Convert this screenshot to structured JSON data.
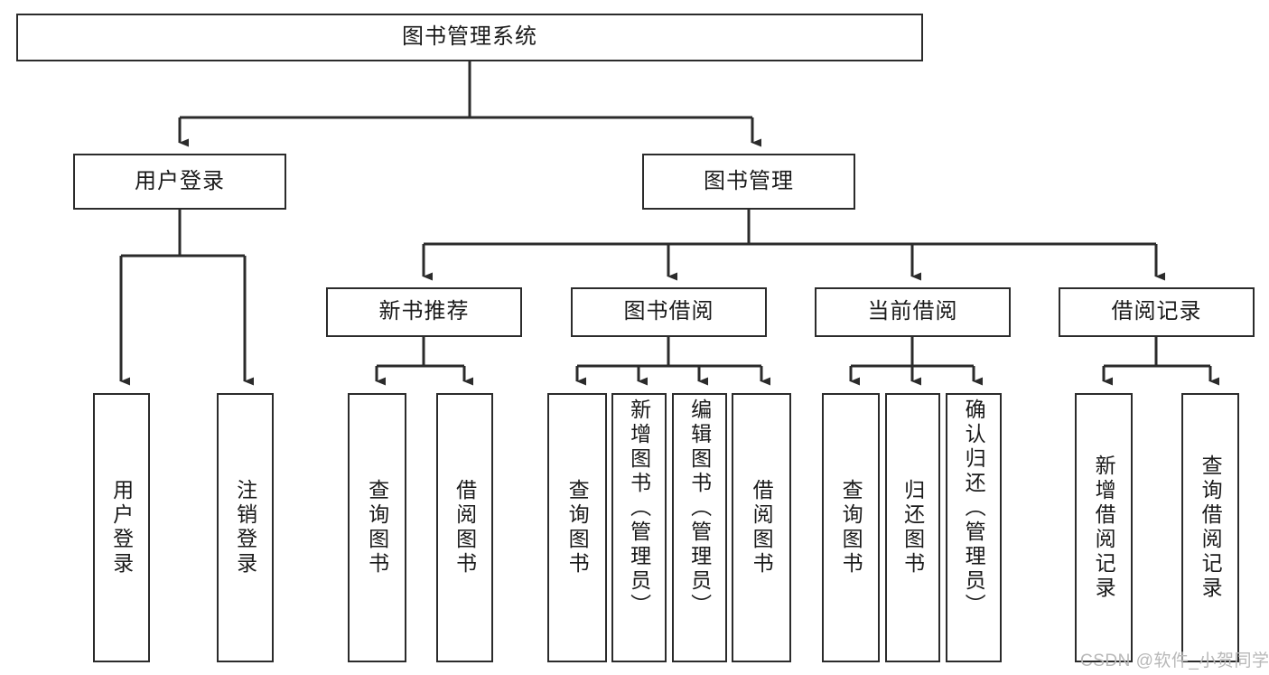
{
  "diagram": {
    "type": "tree-hierarchy",
    "title": "图书管理系统",
    "root": {
      "id": "root",
      "label": "图书管理系统"
    },
    "level2": [
      {
        "id": "user-login",
        "label": "用户登录"
      },
      {
        "id": "book-manage",
        "label": "图书管理"
      }
    ],
    "level3": [
      {
        "id": "new-book-rec",
        "label": "新书推荐",
        "parent": "book-manage"
      },
      {
        "id": "book-borrow",
        "label": "图书借阅",
        "parent": "book-manage"
      },
      {
        "id": "current-borrow",
        "label": "当前借阅",
        "parent": "book-manage"
      },
      {
        "id": "borrow-record",
        "label": "借阅记录",
        "parent": "book-manage"
      }
    ],
    "leaves": [
      {
        "id": "leaf-user-login",
        "label": "用户登录",
        "parent": "user-login"
      },
      {
        "id": "leaf-logout-login",
        "label": "注销登录",
        "parent": "user-login"
      },
      {
        "id": "leaf-query-book-rec",
        "label": "查询图书",
        "parent": "new-book-rec"
      },
      {
        "id": "leaf-borrow-book-rec",
        "label": "借阅图书",
        "parent": "new-book-rec"
      },
      {
        "id": "leaf-query-book-borrow",
        "label": "查询图书",
        "parent": "book-borrow"
      },
      {
        "id": "leaf-add-book-admin",
        "label": "新增图书（管理员）",
        "parent": "book-borrow"
      },
      {
        "id": "leaf-edit-book-admin",
        "label": "编辑图书（管理员）",
        "parent": "book-borrow"
      },
      {
        "id": "leaf-borrow-book",
        "label": "借阅图书",
        "parent": "book-borrow"
      },
      {
        "id": "leaf-query-book-current",
        "label": "查询图书",
        "parent": "current-borrow"
      },
      {
        "id": "leaf-return-book",
        "label": "归还图书",
        "parent": "current-borrow"
      },
      {
        "id": "leaf-confirm-return-admin",
        "label": "确认归还（管理员）",
        "parent": "current-borrow"
      },
      {
        "id": "leaf-add-borrow-record",
        "label": "新增借阅记录",
        "parent": "borrow-record"
      },
      {
        "id": "leaf-query-borrow-record",
        "label": "查询借阅记录",
        "parent": "borrow-record"
      }
    ]
  },
  "watermark": {
    "text": "CSDN @软件_小贺同学"
  },
  "colors": {
    "stroke": "#2b2b2b",
    "box_fill": "#ffffff",
    "text": "#1a1a1a",
    "watermark": "#b8b8b8",
    "background": "#ffffff"
  }
}
